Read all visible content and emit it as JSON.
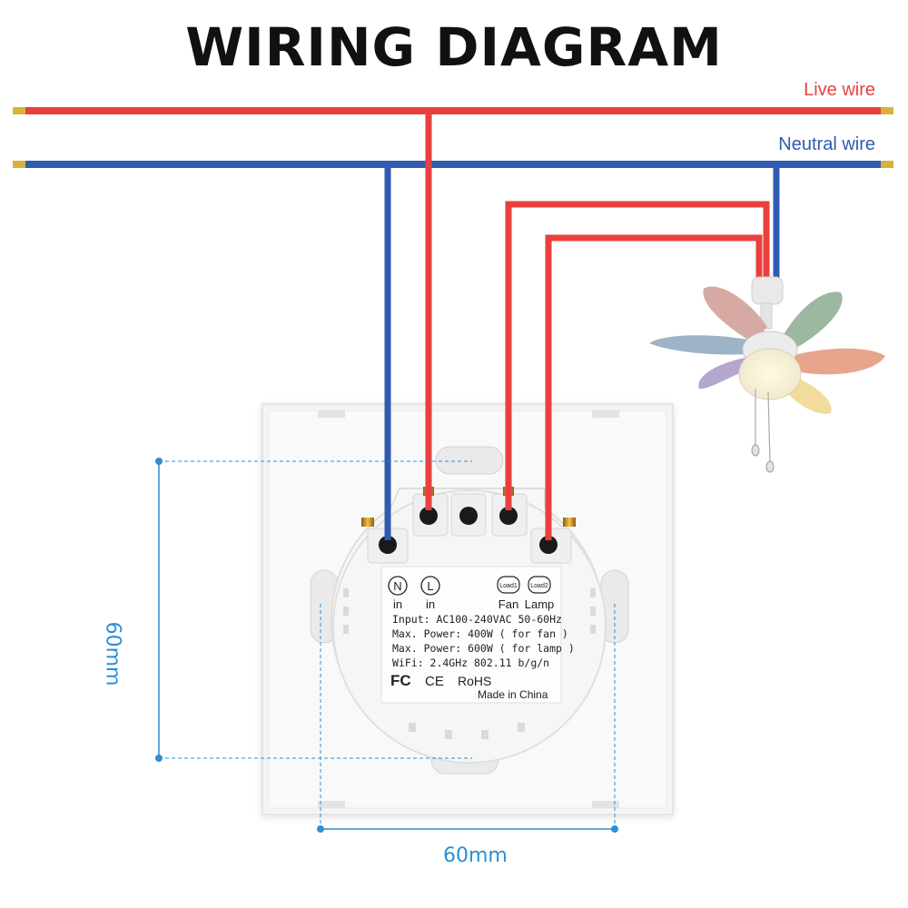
{
  "title": "WIRING DIAGRAM",
  "wires": {
    "live_label": "Live wire",
    "neutral_label": "Neutral wire",
    "live_color": "#e8403e",
    "neutral_color": "#2f5bb0"
  },
  "terminals": {
    "n": {
      "symbol": "N",
      "caption": "in"
    },
    "l": {
      "symbol": "L",
      "caption": "in"
    },
    "load1": {
      "symbol": "Load1",
      "caption": "Fan"
    },
    "load2": {
      "symbol": "Load2",
      "caption": "Lamp"
    }
  },
  "specs": {
    "input": "Input: AC100-240VAC 50-60Hz",
    "power_fan": "Max. Power: 400W ( for fan )",
    "power_lamp": "Max. Power: 600W ( for lamp )",
    "wifi": "WiFi: 2.4GHz 802.11 b/g/n",
    "fc": "FC",
    "ce": "CE",
    "rohs": "RoHS",
    "made_in": "Made in China"
  },
  "dimensions": {
    "width": "60mm",
    "height": "60mm",
    "color": "#2a8fd6"
  },
  "icons": [
    "ceiling-fan-icon",
    "fc-mark-icon",
    "ce-mark-icon",
    "rohs-mark-icon"
  ]
}
